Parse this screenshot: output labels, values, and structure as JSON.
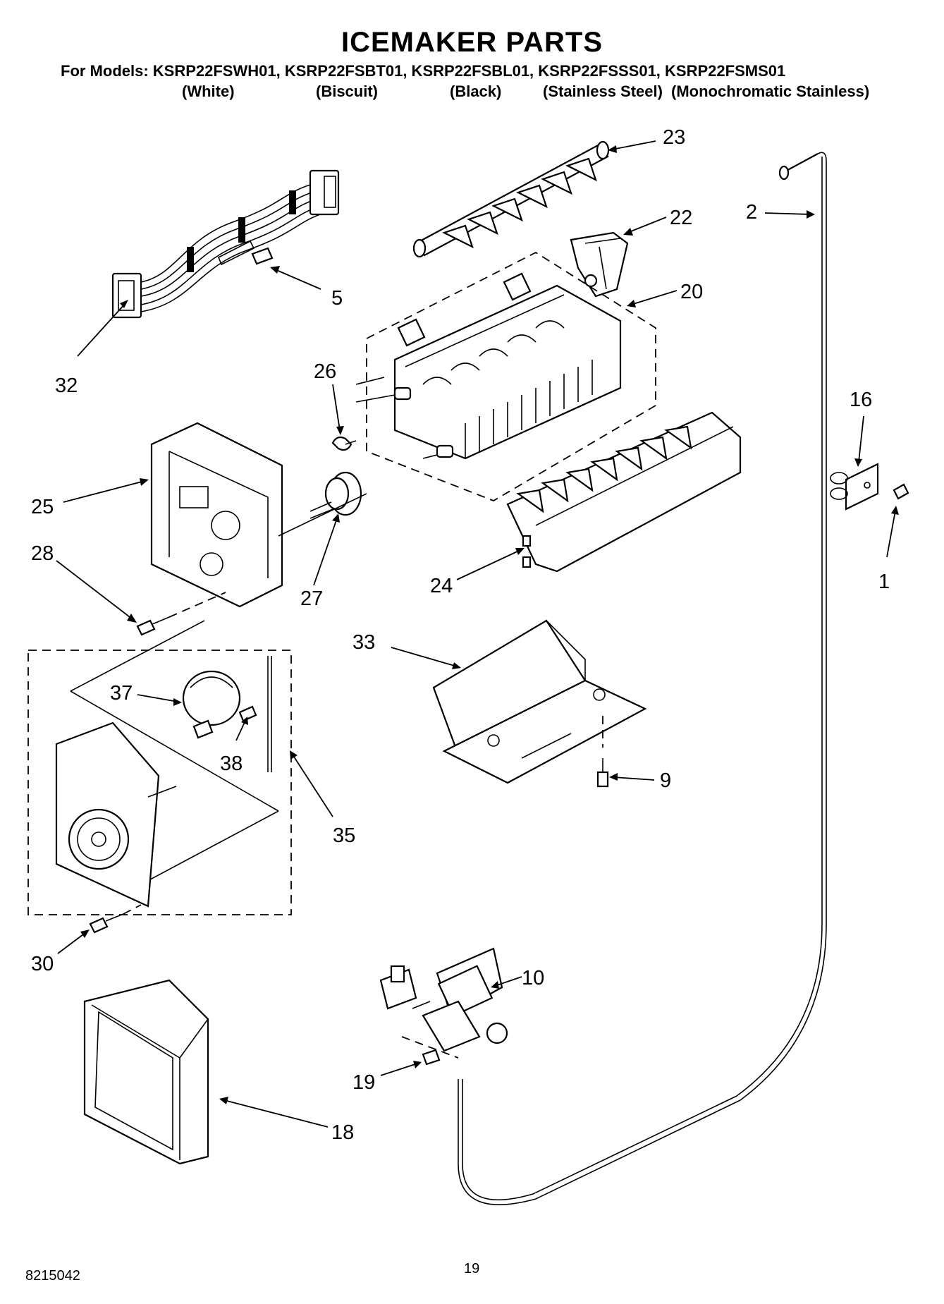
{
  "header": {
    "title": "ICEMAKER PARTS",
    "models_line": "For Models: KSRP22FSWH01, KSRP22FSBT01, KSRP22FSBL01, KSRP22FSSS01, KSRP22FSMS01",
    "variants": [
      "(White)",
      "(Biscuit)",
      "(Black)",
      "(Stainless Steel)",
      "(Monochromatic Stainless)"
    ]
  },
  "callouts": {
    "c1": "1",
    "c2": "2",
    "c5": "5",
    "c9": "9",
    "c10": "10",
    "c16": "16",
    "c18": "18",
    "c19": "19",
    "c20": "20",
    "c22": "22",
    "c23": "23",
    "c24": "24",
    "c25": "25",
    "c26": "26",
    "c27": "27",
    "c28": "28",
    "c30": "30",
    "c32": "32",
    "c33": "33",
    "c35": "35",
    "c37": "37",
    "c38": "38"
  },
  "footer": {
    "doc_number": "8215042",
    "page_number": "19"
  }
}
